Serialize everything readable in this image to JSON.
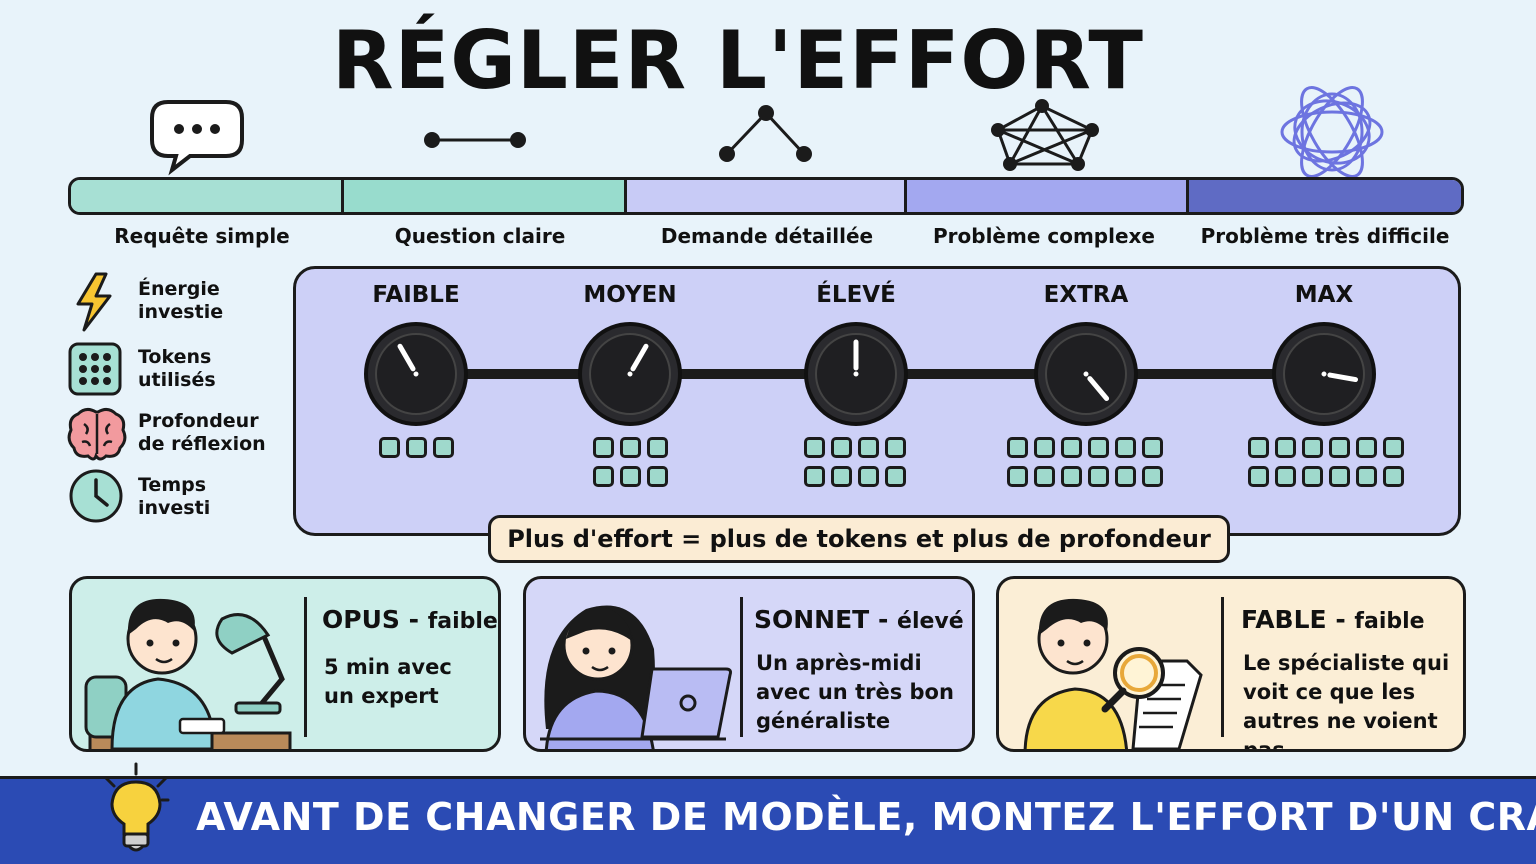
{
  "title": "RÉGLER L'EFFORT",
  "top_icons": [
    "speech-bubble-icon",
    "two-node-icon",
    "three-node-icon",
    "network-icon",
    "tangled-orbit-icon"
  ],
  "difficulty_levels": [
    {
      "label": "Requête simple",
      "color": "#a7e0d4"
    },
    {
      "label": "Question claire",
      "color": "#98dccd"
    },
    {
      "label": "Demande détaillée",
      "color": "#c8cbf6"
    },
    {
      "label": "Problème complexe",
      "color": "#a3a8f0"
    },
    {
      "label": "Problème très difficile",
      "color": "#5f6bc4"
    }
  ],
  "legend": [
    {
      "icon": "lightning-icon",
      "label": "Énergie\ninvestie"
    },
    {
      "icon": "grid-icon",
      "label": "Tokens\nutilisés"
    },
    {
      "icon": "brain-icon",
      "label": "Profondeur\nde réflexion"
    },
    {
      "icon": "clock-icon",
      "label": "Temps\ninvesti"
    }
  ],
  "effort_levels": [
    {
      "label": "FAIBLE",
      "tokens": [
        3
      ]
    },
    {
      "label": "MOYEN",
      "tokens": [
        3,
        3
      ]
    },
    {
      "label": "ÉLEVÉ",
      "tokens": [
        4,
        4
      ]
    },
    {
      "label": "EXTRA",
      "tokens": [
        6,
        6
      ]
    },
    {
      "label": "MAX",
      "tokens": [
        6,
        6
      ]
    }
  ],
  "effort_note": "Plus d'effort = plus de tokens et plus de profondeur",
  "models": [
    {
      "name": "OPUS",
      "sep": " - ",
      "level": "faible",
      "desc": "5 min avec\nun expert",
      "color": "#cdeee9"
    },
    {
      "name": "SONNET",
      "sep": " - ",
      "level": "élevé",
      "desc": "Un après-midi\navec un très bon\ngénéraliste",
      "color": "#d5d7f8"
    },
    {
      "name": "FABLE",
      "sep": " - ",
      "level": "faible",
      "desc": "Le spécialiste qui\nvoit ce que les\nautres ne voient pas",
      "color": "#fbeed6"
    }
  ],
  "banner": "AVANT DE CHANGER DE MODÈLE, MONTEZ L'EFFORT D'UN CRAN.",
  "colors": {
    "background": "#e8f3fa",
    "panel": "#cdd0f7",
    "note": "#fbecd4",
    "banner": "#2b4bb4",
    "token": "#9fd9cc"
  }
}
